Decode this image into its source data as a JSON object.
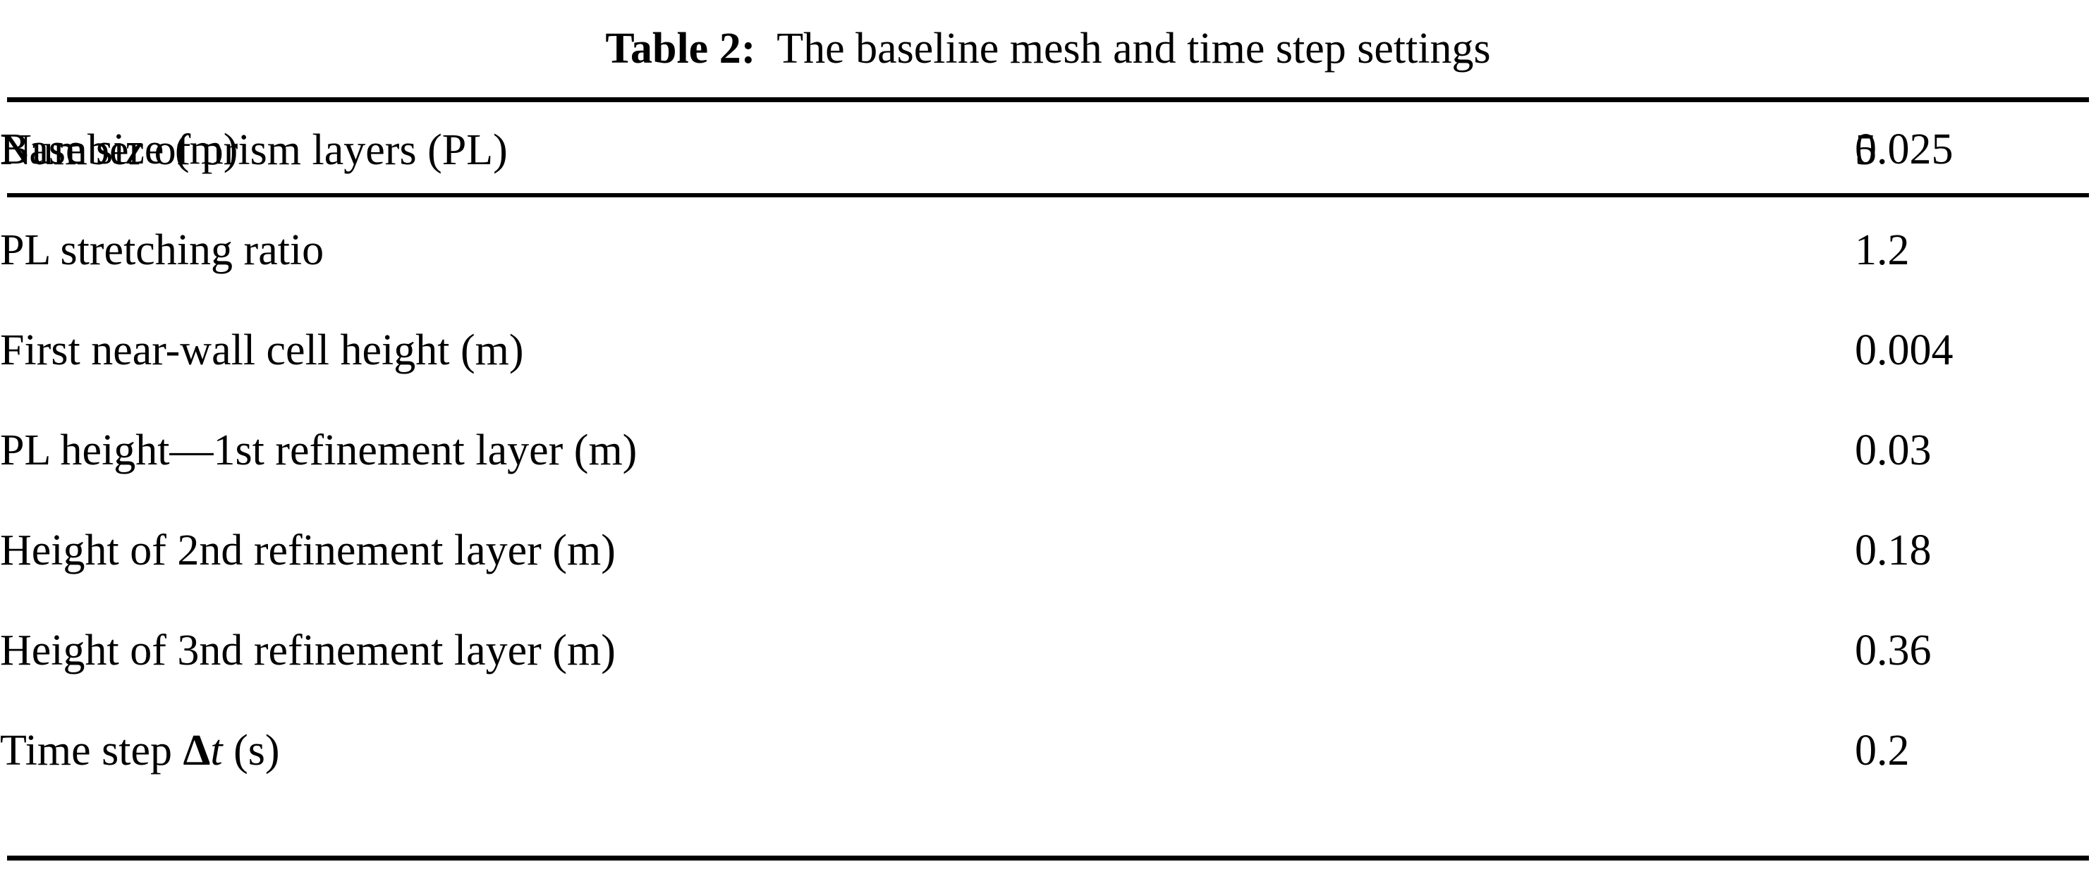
{
  "caption": {
    "label": "Table 2:",
    "text": "  The baseline mesh and time step settings"
  },
  "table": {
    "rows": [
      {
        "label": "Base size (m)",
        "value": "0.025"
      },
      {
        "label": "Number of prism layers (PL)",
        "value": "5"
      },
      {
        "label": "PL stretching ratio",
        "value": "1.2"
      },
      {
        "label": "First near-wall cell height (m)",
        "value": "0.004"
      },
      {
        "label": "PL height—1st refinement layer (m)",
        "value": "0.03"
      },
      {
        "label": "Height of 2nd refinement layer (m)",
        "value": "0.18"
      },
      {
        "label": "Height of 3nd refinement layer (m)",
        "value": "0.36"
      },
      {
        "label_parts": {
          "pre": "Time step ",
          "delta": "Δ",
          "t": "t",
          "post": " (s)"
        },
        "label": "Time step Δt (s)",
        "value": "0.2"
      }
    ]
  },
  "colors": {
    "text": "#000000",
    "rule": "#000000",
    "background": "#ffffff"
  }
}
